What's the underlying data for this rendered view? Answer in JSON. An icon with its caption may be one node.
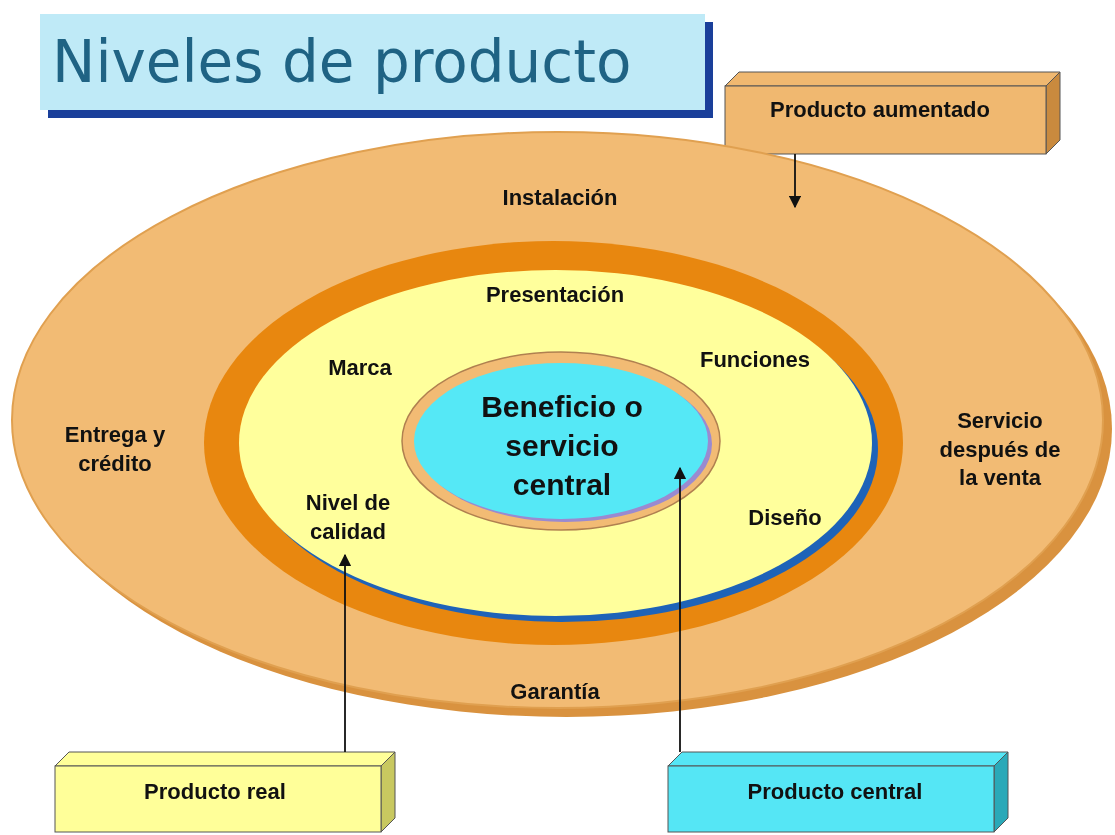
{
  "diagram": {
    "title": "Niveles de producto",
    "nodes": [
      {
        "text": [
          "Producto aumentado"
        ]
      },
      {
        "text": [
          "Instalación",
          "Entrega y crédito",
          "Servicio después de la venta",
          "Garantía"
        ]
      },
      {
        "text": [
          "Presentación",
          "Marca",
          "Funciones",
          "Nivel de calidad",
          "Diseño"
        ],
        "in": 1
      },
      {
        "text": [
          "Beneficio o servicio central"
        ],
        "in": 2
      },
      {
        "text": [
          "Producto real"
        ]
      },
      {
        "text": [
          "Producto central"
        ]
      }
    ],
    "edges": [
      {
        "from": 0,
        "to": 1,
        "arrow": "to"
      },
      {
        "from": 4,
        "to": 2,
        "arrow": "to"
      },
      {
        "from": 5,
        "to": 3,
        "arrow": "to"
      }
    ]
  }
}
